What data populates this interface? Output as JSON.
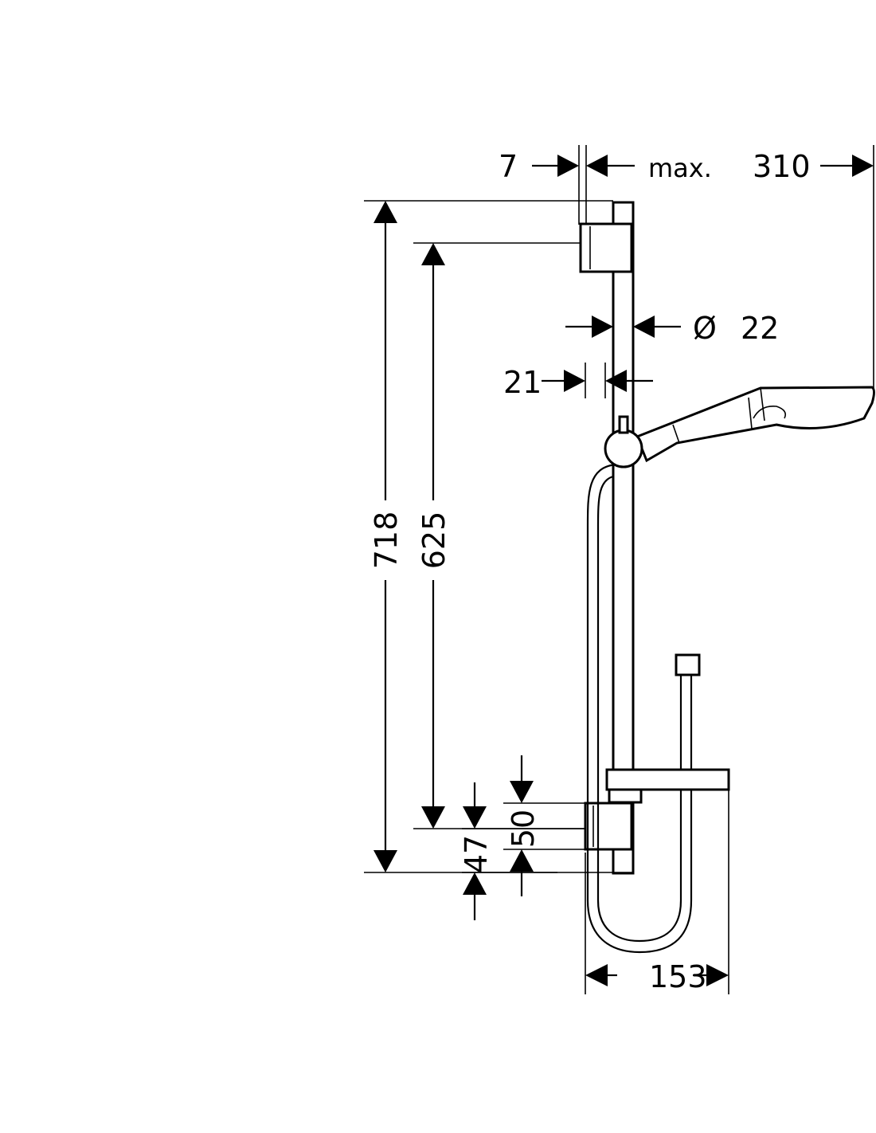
{
  "drawing": {
    "dims": {
      "d7": "7",
      "max": "max.",
      "d310": "310",
      "dia": "Ø",
      "d22": "22",
      "d21": "21",
      "d718": "718",
      "d625": "625",
      "d50": "50",
      "d47": "47",
      "d153": "153"
    }
  }
}
